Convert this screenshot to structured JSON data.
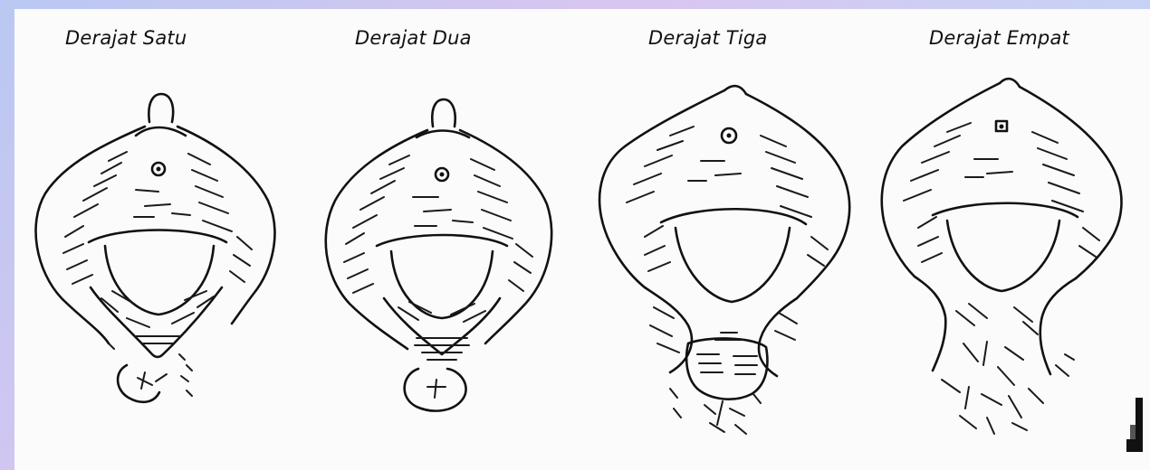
{
  "stages": [
    {
      "label": "Derajat Satu"
    },
    {
      "label": "Derajat Dua"
    },
    {
      "label": "Derajat Tiga"
    },
    {
      "label": "Derajat Empat"
    }
  ]
}
